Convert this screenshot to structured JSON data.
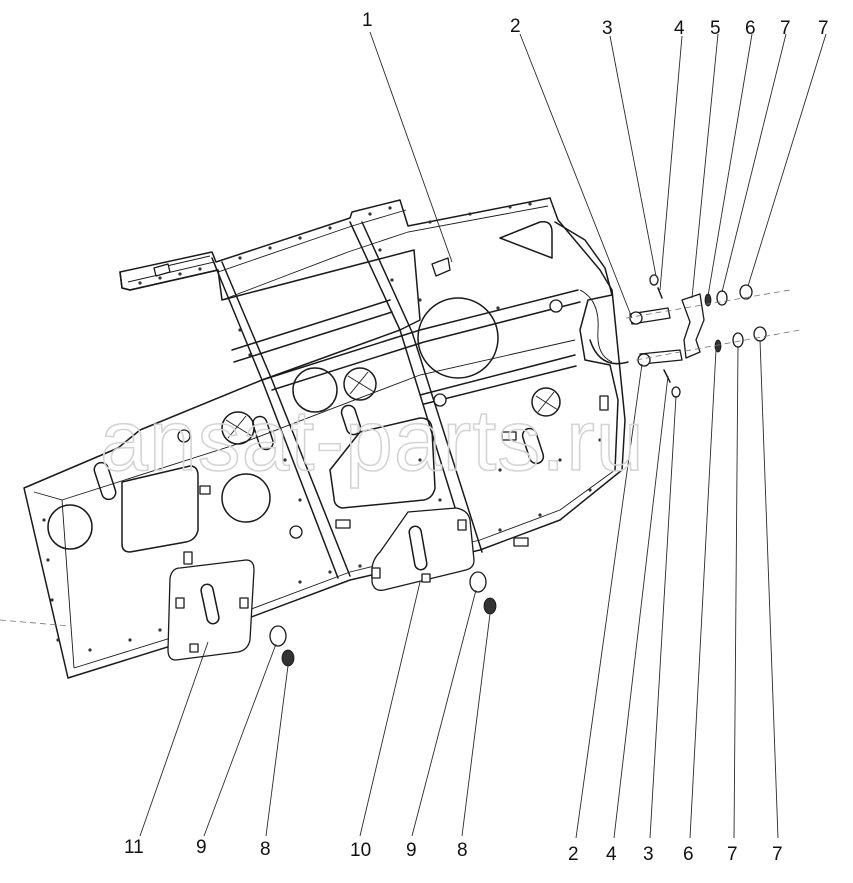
{
  "watermark": "ansat-parts.ru",
  "callouts_top": [
    {
      "id": "c-top-1",
      "label": "1"
    },
    {
      "id": "c-top-2",
      "label": "2"
    },
    {
      "id": "c-top-3",
      "label": "3"
    },
    {
      "id": "c-top-4",
      "label": "4"
    },
    {
      "id": "c-top-5",
      "label": "5"
    },
    {
      "id": "c-top-6",
      "label": "6"
    },
    {
      "id": "c-top-7a",
      "label": "7"
    },
    {
      "id": "c-top-7b",
      "label": "7"
    }
  ],
  "callouts_bottom": [
    {
      "id": "c-bot-11",
      "label": "11"
    },
    {
      "id": "c-bot-9a",
      "label": "9"
    },
    {
      "id": "c-bot-8a",
      "label": "8"
    },
    {
      "id": "c-bot-10",
      "label": "10"
    },
    {
      "id": "c-bot-9b",
      "label": "9"
    },
    {
      "id": "c-bot-8b",
      "label": "8"
    },
    {
      "id": "c-bot-2",
      "label": "2"
    },
    {
      "id": "c-bot-4",
      "label": "4"
    },
    {
      "id": "c-bot-3",
      "label": "3"
    },
    {
      "id": "c-bot-6",
      "label": "6"
    },
    {
      "id": "c-bot-7a",
      "label": "7"
    },
    {
      "id": "c-bot-7b",
      "label": "7"
    }
  ]
}
